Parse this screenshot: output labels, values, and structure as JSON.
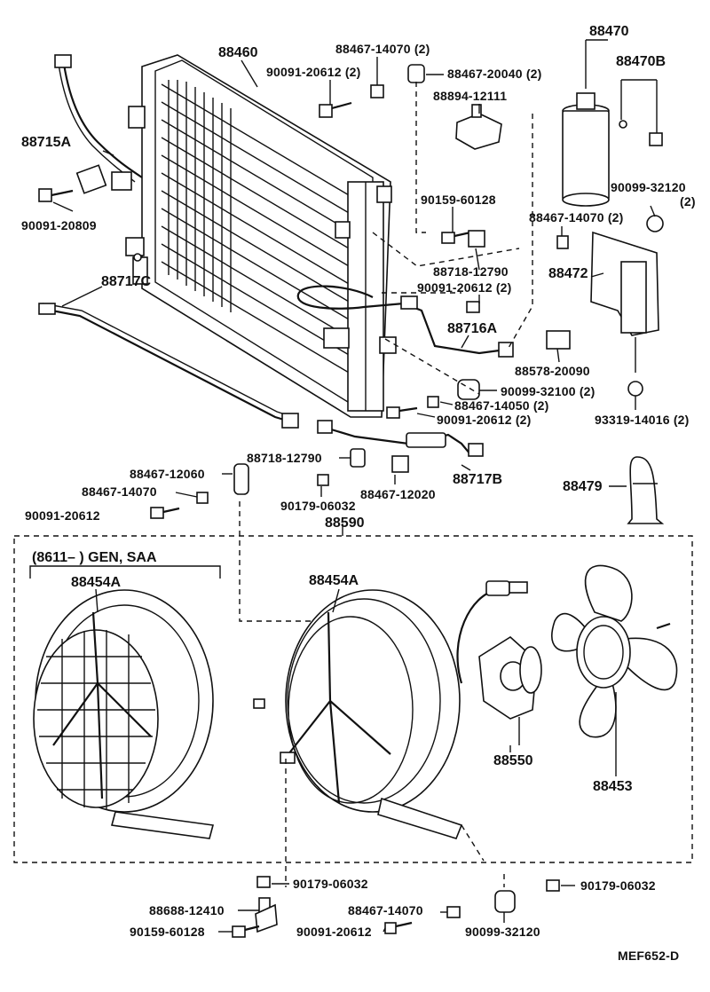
{
  "diagram_code": "MEF652-D",
  "section_note": "(8611–          ) GEN, SAA",
  "labels": {
    "l88460": "88460",
    "l88470": "88470",
    "l88470B": "88470B",
    "l88715A": "88715A",
    "l90091_20809": "90091-20809",
    "l88467_14070_2_top": "88467-14070 (2)",
    "l90091_20612_2_top": "90091-20612 (2)",
    "l88467_20040_2": "88467-20040 (2)",
    "l88894_12111": "88894-12111",
    "l90159_60128_top": "90159-60128",
    "l90099_32120_2a": "90099-32120",
    "l90099_32120_2b": "(2)",
    "l88467_14070_2_mid": "88467-14070 (2)",
    "l88472": "88472",
    "l88718_12790_top": "88718-12790",
    "l90091_20612_2_mid": "90091-20612 (2)",
    "l88717C": "88717C",
    "l88716A": "88716A",
    "l88578_20090": "88578-20090",
    "l90099_32100_2": "90099-32100 (2)",
    "l88467_14050_2": "88467-14050 (2)",
    "l90091_20612_2_low": "90091-20612 (2)",
    "l93319_14016_2": "93319-14016 (2)",
    "l88467_12060": "88467-12060",
    "l88718_12790_low": "88718-12790",
    "l88717B": "88717B",
    "l88467_14070_left": "88467-14070",
    "l88467_12020": "88467-12020",
    "l88479": "88479",
    "l90091_20612_left": "90091-20612",
    "l90179_06032_a": "90179-06032",
    "l88590": "88590",
    "l88454A_left": "88454A",
    "l88454A_right": "88454A",
    "l88550": "88550",
    "l88453": "88453",
    "l90179_06032_b": "90179-06032",
    "l90179_06032_c": "90179-06032",
    "l88688_12410": "88688-12410",
    "l88467_14070_bottom": "88467-14070",
    "l90159_60128_bottom": "90159-60128",
    "l90091_20612_bottom": "90091-20612",
    "l90099_32120_bottom": "90099-32120"
  }
}
